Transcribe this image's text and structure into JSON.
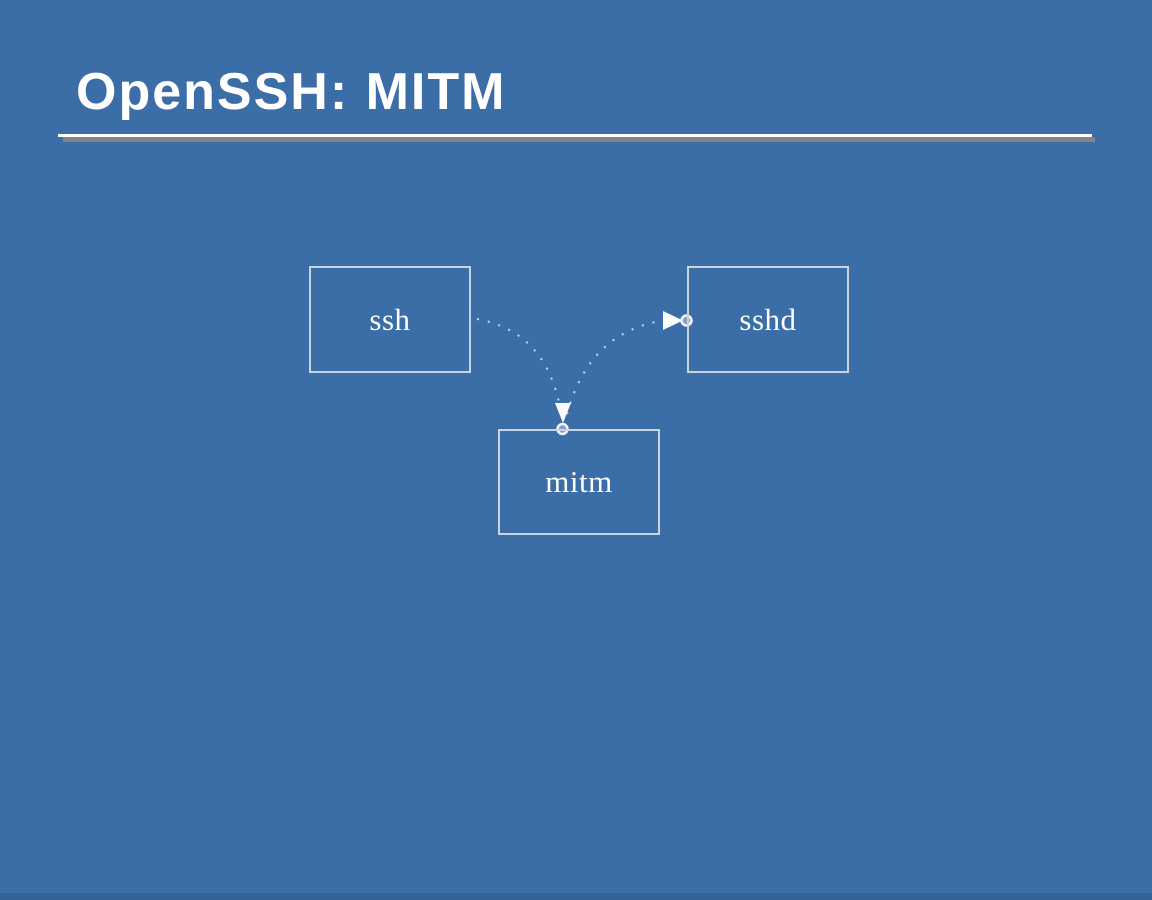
{
  "slide": {
    "title": "OpenSSH: MITM"
  },
  "diagram": {
    "nodes": [
      {
        "id": "ssh",
        "label": "ssh"
      },
      {
        "id": "sshd",
        "label": "sshd"
      },
      {
        "id": "mitm",
        "label": "mitm"
      }
    ],
    "connectors": [
      {
        "from": "ssh",
        "to": "mitm",
        "style": "dotted",
        "end_marker": "white-arrowhead-with-circle",
        "enters": "top edge of mitm"
      },
      {
        "from": "mitm",
        "to": "sshd",
        "style": "dotted",
        "end_marker": "white-arrowhead-with-circle",
        "enters": "left edge of sshd"
      }
    ]
  },
  "colors": {
    "background": "#3b6da6",
    "background_bottom_edge": "#356297",
    "node_border": "#c9d4e3",
    "text": "#ffffff",
    "underline_white": "#ffffff",
    "underline_gray": "#838383",
    "connector_dot": "#d9e4f1",
    "arrowhead": "#fcfdfe",
    "endpoint_fill": "#88a0c0"
  }
}
